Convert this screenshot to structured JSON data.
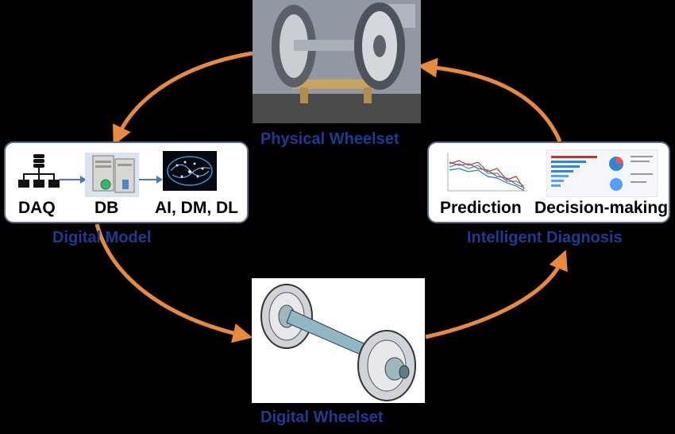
{
  "nodes": {
    "physical": {
      "label": "Physical Wheelset"
    },
    "digital_model": {
      "label": "Digital Model",
      "items": [
        {
          "icon": "database-network-icon",
          "label": "DAQ"
        },
        {
          "icon": "server-icon",
          "label": "DB"
        },
        {
          "icon": "brain-network-icon",
          "label": "AI, DM, DL"
        }
      ]
    },
    "intelligent_diagnosis": {
      "label": "Intelligent Diagnosis",
      "items": [
        {
          "icon": "line-chart-thumbnail",
          "label": "Prediction"
        },
        {
          "icon": "dashboard-thumbnail",
          "label": "Decision-making"
        }
      ]
    },
    "digital_wheelset": {
      "label": "Digital Wheelset"
    }
  },
  "colors": {
    "background": "#000000",
    "arrow": "#e8893e",
    "caption": "#1f3a93",
    "panel_border": "#5a6f86",
    "connector": "#4a78c2"
  }
}
